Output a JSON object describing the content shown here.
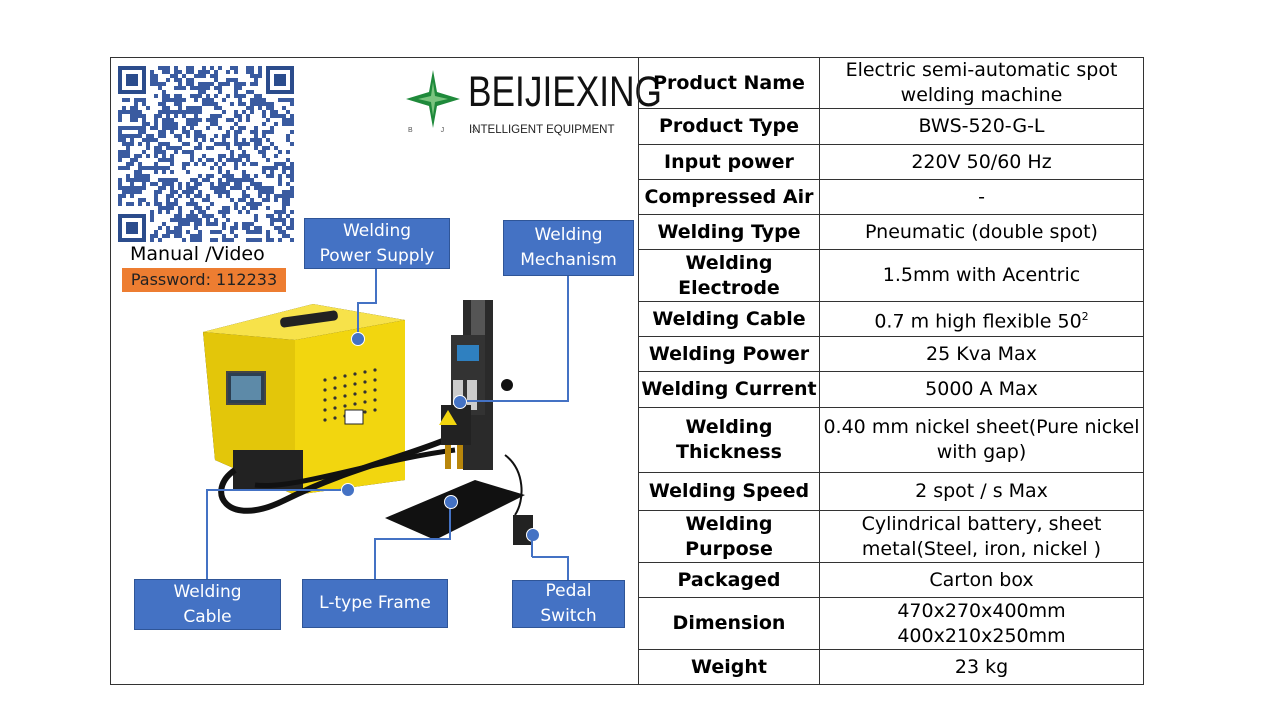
{
  "brand": {
    "name": "BEIJIEXING",
    "tagline": "INTELLIGENT EQUIPMENT",
    "initials": "B J X"
  },
  "qr": {
    "caption": "Manual /Video",
    "password": "Password: 112233"
  },
  "callouts": {
    "power_supply": [
      "Welding",
      "Power Supply"
    ],
    "mechanism": [
      "Welding",
      "Mechanism"
    ],
    "cable": [
      "Welding",
      "Cable"
    ],
    "frame": [
      "L-type Frame"
    ],
    "pedal": [
      "Pedal",
      "Switch"
    ]
  },
  "specs": [
    {
      "label": "Product Name",
      "value": "Electric semi-automatic spot welding machine"
    },
    {
      "label": "Product Type",
      "value": "BWS-520-G-L"
    },
    {
      "label": "Input power",
      "value": "220V 50/60 Hz"
    },
    {
      "label": "Compressed Air",
      "value": "-"
    },
    {
      "label": "Welding Type",
      "value": "Pneumatic (double spot)"
    },
    {
      "label": "Welding Electrode",
      "value": "1.5mm with Acentric"
    },
    {
      "label": "Welding Cable",
      "value": "0.7 m high flexible 50",
      "sup": "2"
    },
    {
      "label": "Welding Power",
      "value": "25 Kva Max"
    },
    {
      "label": "Welding Current",
      "value": "5000 A Max"
    },
    {
      "label": "Welding Thickness",
      "value": "0.40 mm nickel sheet(Pure nickel with gap)"
    },
    {
      "label": "Welding Speed",
      "value": "2 spot / s Max"
    },
    {
      "label": "Welding Purpose",
      "value": "Cylindrical battery, sheet metal(Steel, iron, nickel )"
    },
    {
      "label": "Packaged",
      "value": "Carton box"
    },
    {
      "label": "Dimension",
      "value": "470x270x400mm 400x210x250mm"
    },
    {
      "label": "Weight",
      "value": "23 kg"
    }
  ],
  "colors": {
    "callout": "#4472c4",
    "password_bg": "#ed7d31",
    "machine_yellow": "#f2d60f",
    "logo_green": "#1f8a3b"
  }
}
